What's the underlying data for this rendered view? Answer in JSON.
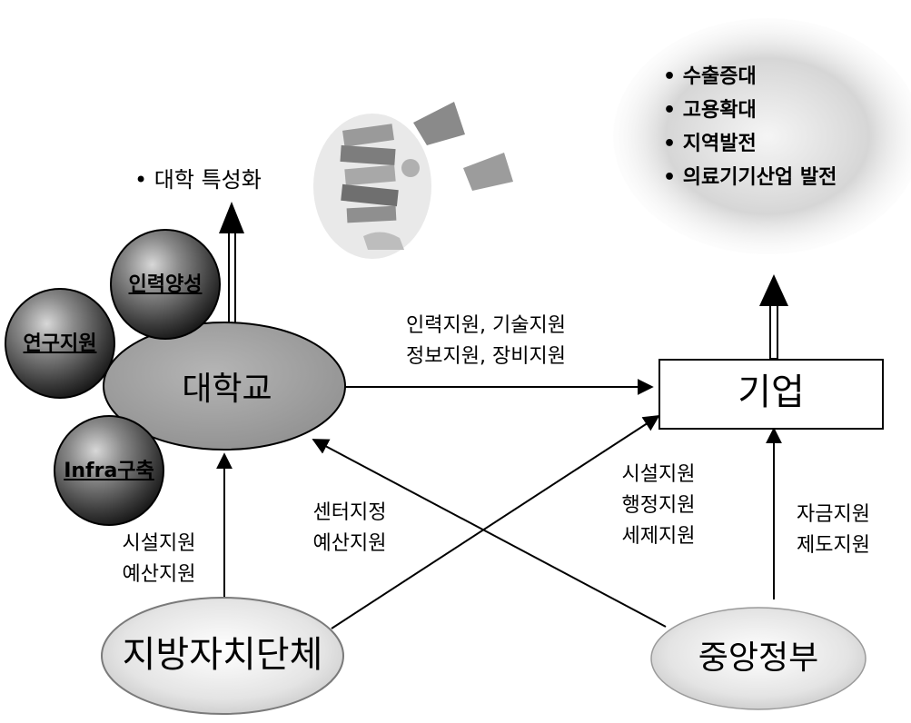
{
  "nodes": {
    "university": "대학교",
    "company": "기업",
    "local_gov": "지방자치단체",
    "central_gov": "중앙정부"
  },
  "spheres": {
    "training": "인력양성",
    "research": "연구지원",
    "infra": "Infra구축"
  },
  "specialization": "• 대학 특성화",
  "outcomes": [
    "수출증대",
    "고용확대",
    "지역발전",
    "의료기기산업 발전"
  ],
  "edges": {
    "univ_to_company": [
      "인력지원, 기술지원",
      "정보지원, 장비지원"
    ],
    "local_to_univ": [
      "시설지원",
      "예산지원"
    ],
    "central_to_univ": [
      "센터지정",
      "예산지원"
    ],
    "local_to_company": [
      "시설지원",
      "행정지원",
      "세제지원"
    ],
    "central_to_company": [
      "자금지원",
      "제도지원"
    ]
  }
}
